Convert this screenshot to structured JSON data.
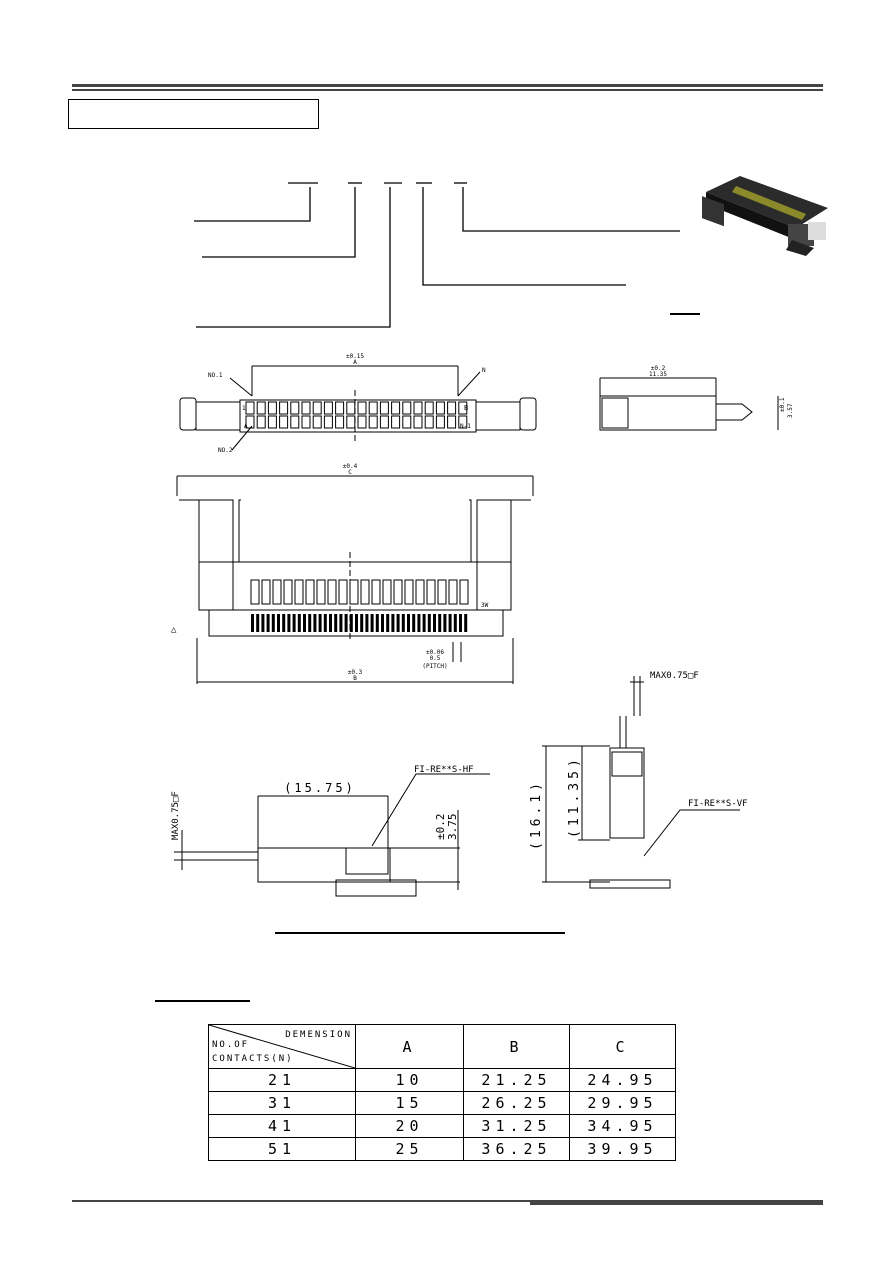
{
  "table": {
    "header_dimension": "DEMENSION",
    "header_no_of": "NO.OF",
    "header_contacts": "CONTACTS(N)",
    "columns": [
      "A",
      "B",
      "C"
    ],
    "rows": [
      {
        "n": "21",
        "a": "10",
        "b": "21.25",
        "c": "24.95"
      },
      {
        "n": "31",
        "a": "15",
        "b": "26.25",
        "c": "29.95"
      },
      {
        "n": "41",
        "a": "20",
        "b": "31.25",
        "c": "34.95"
      },
      {
        "n": "51",
        "a": "25",
        "b": "36.25",
        "c": "39.95"
      }
    ]
  },
  "drawing": {
    "no1": "NO.1",
    "no2": "NO.2",
    "pin_n": "N",
    "row_a": "A",
    "row_b": "B",
    "pin_1": "1",
    "pin_n1": "N-1",
    "tol_a": "±0.15",
    "dim_a": "A",
    "tol_side": "±0.2",
    "dim_side": "11.35",
    "tol_h": "±0.1",
    "dim_h": "3.57",
    "tol_c": "±0.4",
    "dim_c": "C",
    "tol_b": "±0.3",
    "dim_b": "B",
    "tol_pitch": "±0.06",
    "dim_pitch": "0.5",
    "pitch_label": "(PITCH)",
    "label_3w": "3W",
    "label_mark": "△",
    "max_flat": "MAX0.75□F",
    "max_flat_right": "MAX0.75□F",
    "dim_1575": "(15.75)",
    "tol_375": "±0.2",
    "dim_375": "3.75",
    "hf_label": "FI-RE**S-HF",
    "vf_label": "FI-RE**S-VF",
    "dim_161": "(16.1)",
    "dim_1135": "(11.35)"
  }
}
